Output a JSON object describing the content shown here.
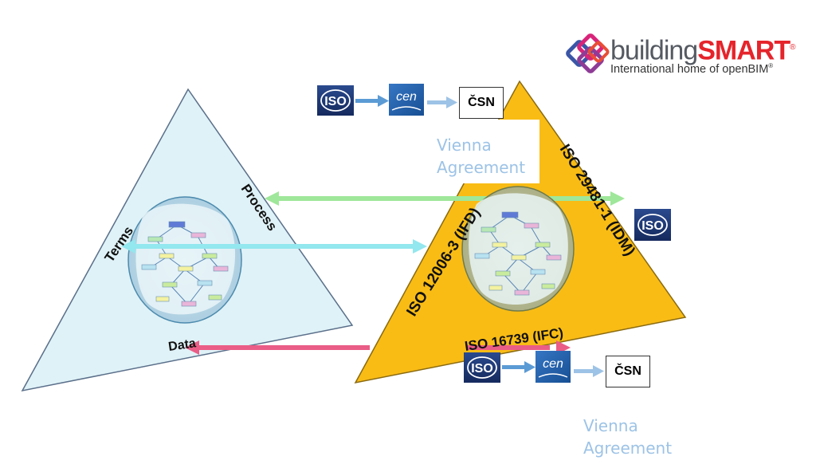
{
  "brand": {
    "name_regular": "building",
    "name_bold": "SMART",
    "registered": "®",
    "tagline": "International home of openBIM",
    "tagline_mark": "®"
  },
  "left_triangle": {
    "label_terms": "Terms",
    "label_process": "Process",
    "label_data": "Data"
  },
  "right_triangle": {
    "label_ifd": "ISO 12006-3 (IFD)",
    "label_idm": "ISO 29481-1 (IDM)",
    "label_ifc": "ISO 16739 (IFC)"
  },
  "top_chain": {
    "iso": "ISO",
    "cen": "cen",
    "csn": "ČSN",
    "agreement_line1": "Vienna",
    "agreement_line2": "Agreement"
  },
  "bottom_chain": {
    "iso": "ISO",
    "cen": "cen",
    "csn": "ČSN",
    "agreement_line1": "Vienna",
    "agreement_line2": "Agreement"
  },
  "side_logo": {
    "iso": "ISO"
  },
  "colors": {
    "left_triangle_fill": "#dff2f7",
    "right_triangle_fill": "#f9bc15",
    "green_arrow": "#9fe79a",
    "cyan_arrow": "#93e7ee",
    "red_arrow": "#ea5d86",
    "iso_blue": "#1f3a79",
    "cen_blue": "#1f5ea6",
    "chain_arrow": "#5b9bd5",
    "vienna_text": "#9dc3e6"
  }
}
